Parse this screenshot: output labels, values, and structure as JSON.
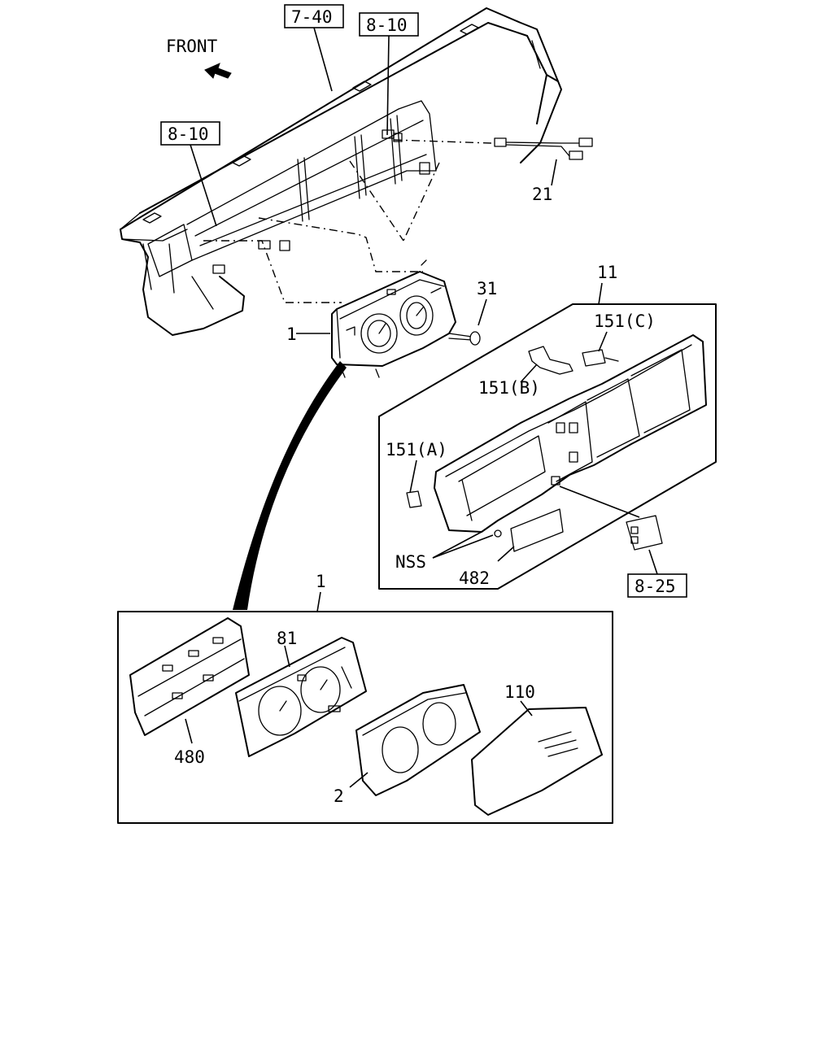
{
  "direction": {
    "label": "FRONT",
    "icon": "arrow-icon"
  },
  "references": {
    "ref_7_40": "7-40",
    "ref_8_10_top": "8-10",
    "ref_8_10_left": "8-10",
    "ref_8_25": "8-25"
  },
  "callouts": {
    "p1_upper": "1",
    "p21": "21",
    "p31": "31",
    "p11": "11",
    "p151c": "151(C)",
    "p151b": "151(B)",
    "p151a": "151(A)",
    "nss": "NSS",
    "p482": "482",
    "p1_lower": "1",
    "p81": "81",
    "p110": "110",
    "p480": "480",
    "p2": "2"
  }
}
